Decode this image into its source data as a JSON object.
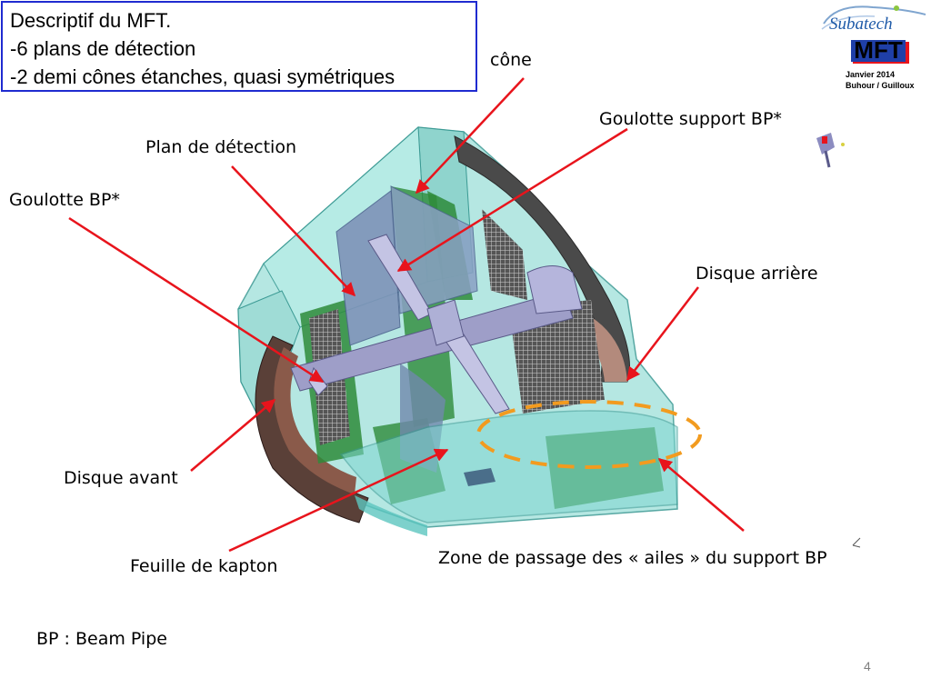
{
  "description": {
    "line1": "Descriptif du MFT.",
    "line2": "-6 plans de détection",
    "line3": "-2 demi cônes étanches, quasi symétriques"
  },
  "logos": {
    "subatech": "Subatech",
    "mft": "MFT",
    "date": "Janvier 2014",
    "authors": "Buhour / Guilloux"
  },
  "labels": {
    "cone": "cône",
    "goulotte_support": "Goulotte support BP*",
    "plan_detection": "Plan de détection",
    "goulotte_bp": "Goulotte BP*",
    "disque_arriere": "Disque arrière",
    "disque_avant": "Disque avant",
    "feuille_kapton": "Feuille de kapton",
    "zone_passage": "Zone de passage des « ailes » du support BP"
  },
  "footnote": "BP : Beam Pipe",
  "page_number": "4",
  "colors": {
    "box_border": "#1f2bd0",
    "arrow": "#e8141c",
    "dashed_ellipse": "#f29b1f",
    "shell_cyan": "#7fd6d0",
    "detector_green": "#2e8b3a",
    "disc_brown": "#8a5a4a"
  }
}
